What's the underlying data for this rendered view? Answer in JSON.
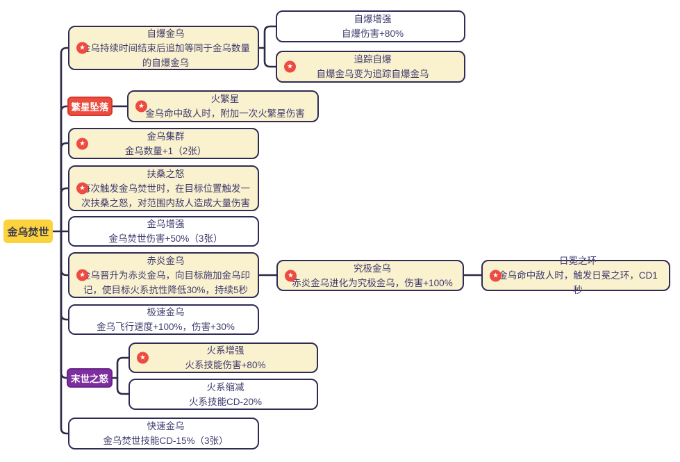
{
  "diagram": {
    "star_glyph": "★",
    "colors": {
      "line": "#2a2947",
      "node_border": "#2e2c55",
      "cream_fill": "#faf1cf",
      "white_fill": "#ffffff",
      "text": "#3e3c6e",
      "root_fill": "#fcd23d",
      "root_text": "#3a3950",
      "red_label": "#ea4c3f",
      "red_label_border": "#d63a2f",
      "purple_label": "#7d2f9f",
      "purple_label_border": "#69248a",
      "star_badge": "#ee4b40"
    }
  },
  "root": {
    "label": "金乌焚世"
  },
  "labels": {
    "fanxing": {
      "label": "繁星坠落"
    },
    "moshi": {
      "label": "末世之怒"
    }
  },
  "nodes": {
    "zibao_jinwu": {
      "title": "自爆金乌",
      "desc": "金乌持续时间结束后追加等同于金乌数量的自爆金乌",
      "starred": true
    },
    "zibao_zengqiang": {
      "title": "自爆增强",
      "desc": "自爆伤害+80%",
      "starred": false
    },
    "zhuizong_zibao": {
      "title": "追踪自爆",
      "desc": "自爆金乌变为追踪自爆金乌",
      "starred": true
    },
    "huofanxing": {
      "title": "火繁星",
      "desc": "金乌命中敌人时，附加一次火繁星伤害",
      "starred": true
    },
    "jinwu_jiqun": {
      "title": "金乌集群",
      "desc": "金乌数量+1（2张）",
      "starred": true
    },
    "fusang_zhinu": {
      "title": "扶桑之怒",
      "desc": "每次触发金乌焚世时，在目标位置触发一次扶桑之怒，对范围内敌人造成大量伤害",
      "starred": true
    },
    "jinwu_zengqiang": {
      "title": "金乌增强",
      "desc": "金乌焚世伤害+50%（3张）",
      "starred": false
    },
    "chiyan_jinwu": {
      "title": "赤炎金乌",
      "desc": "金乌晋升为赤炎金乌，向目标施加金乌印记，使目标火系抗性降低30%，持续5秒",
      "starred": true
    },
    "jiuji_jinwu": {
      "title": "究极金乌",
      "desc": "赤炎金乌进化为究极金乌，伤害+100%",
      "starred": true
    },
    "rimian_zhihuan": {
      "title": "日冕之环",
      "desc": "金乌命中敌人时，触发日冕之环，CD1秒",
      "starred": true
    },
    "jisu_jinwu": {
      "title": "极速金乌",
      "desc": "金乌飞行速度+100%，伤害+30%",
      "starred": false
    },
    "huoxi_zengqiang": {
      "title": "火系增强",
      "desc": "火系技能伤害+80%",
      "starred": true
    },
    "huoxi_suojian": {
      "title": "火系缩减",
      "desc": "火系技能CD-20%",
      "starred": false
    },
    "kuaisu_jinwu": {
      "title": "快速金乌",
      "desc": "金乌焚世技能CD-15%（3张）",
      "starred": false
    }
  }
}
